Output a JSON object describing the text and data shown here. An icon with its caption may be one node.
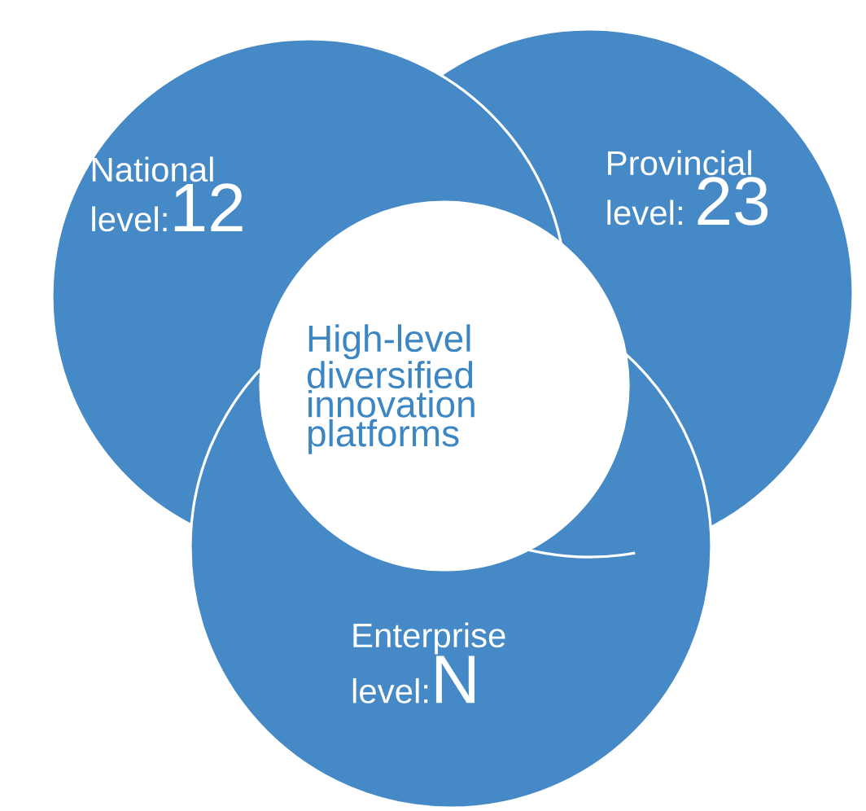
{
  "diagram": {
    "nodes": [
      {
        "text": [
          "National level:",
          "12"
        ]
      },
      {
        "text": [
          "Provincial level:",
          "23"
        ]
      },
      {
        "text": [
          "Enterprise level:",
          "N"
        ]
      },
      {
        "text": [
          "High-level diversified innovation platforms"
        ]
      }
    ]
  }
}
